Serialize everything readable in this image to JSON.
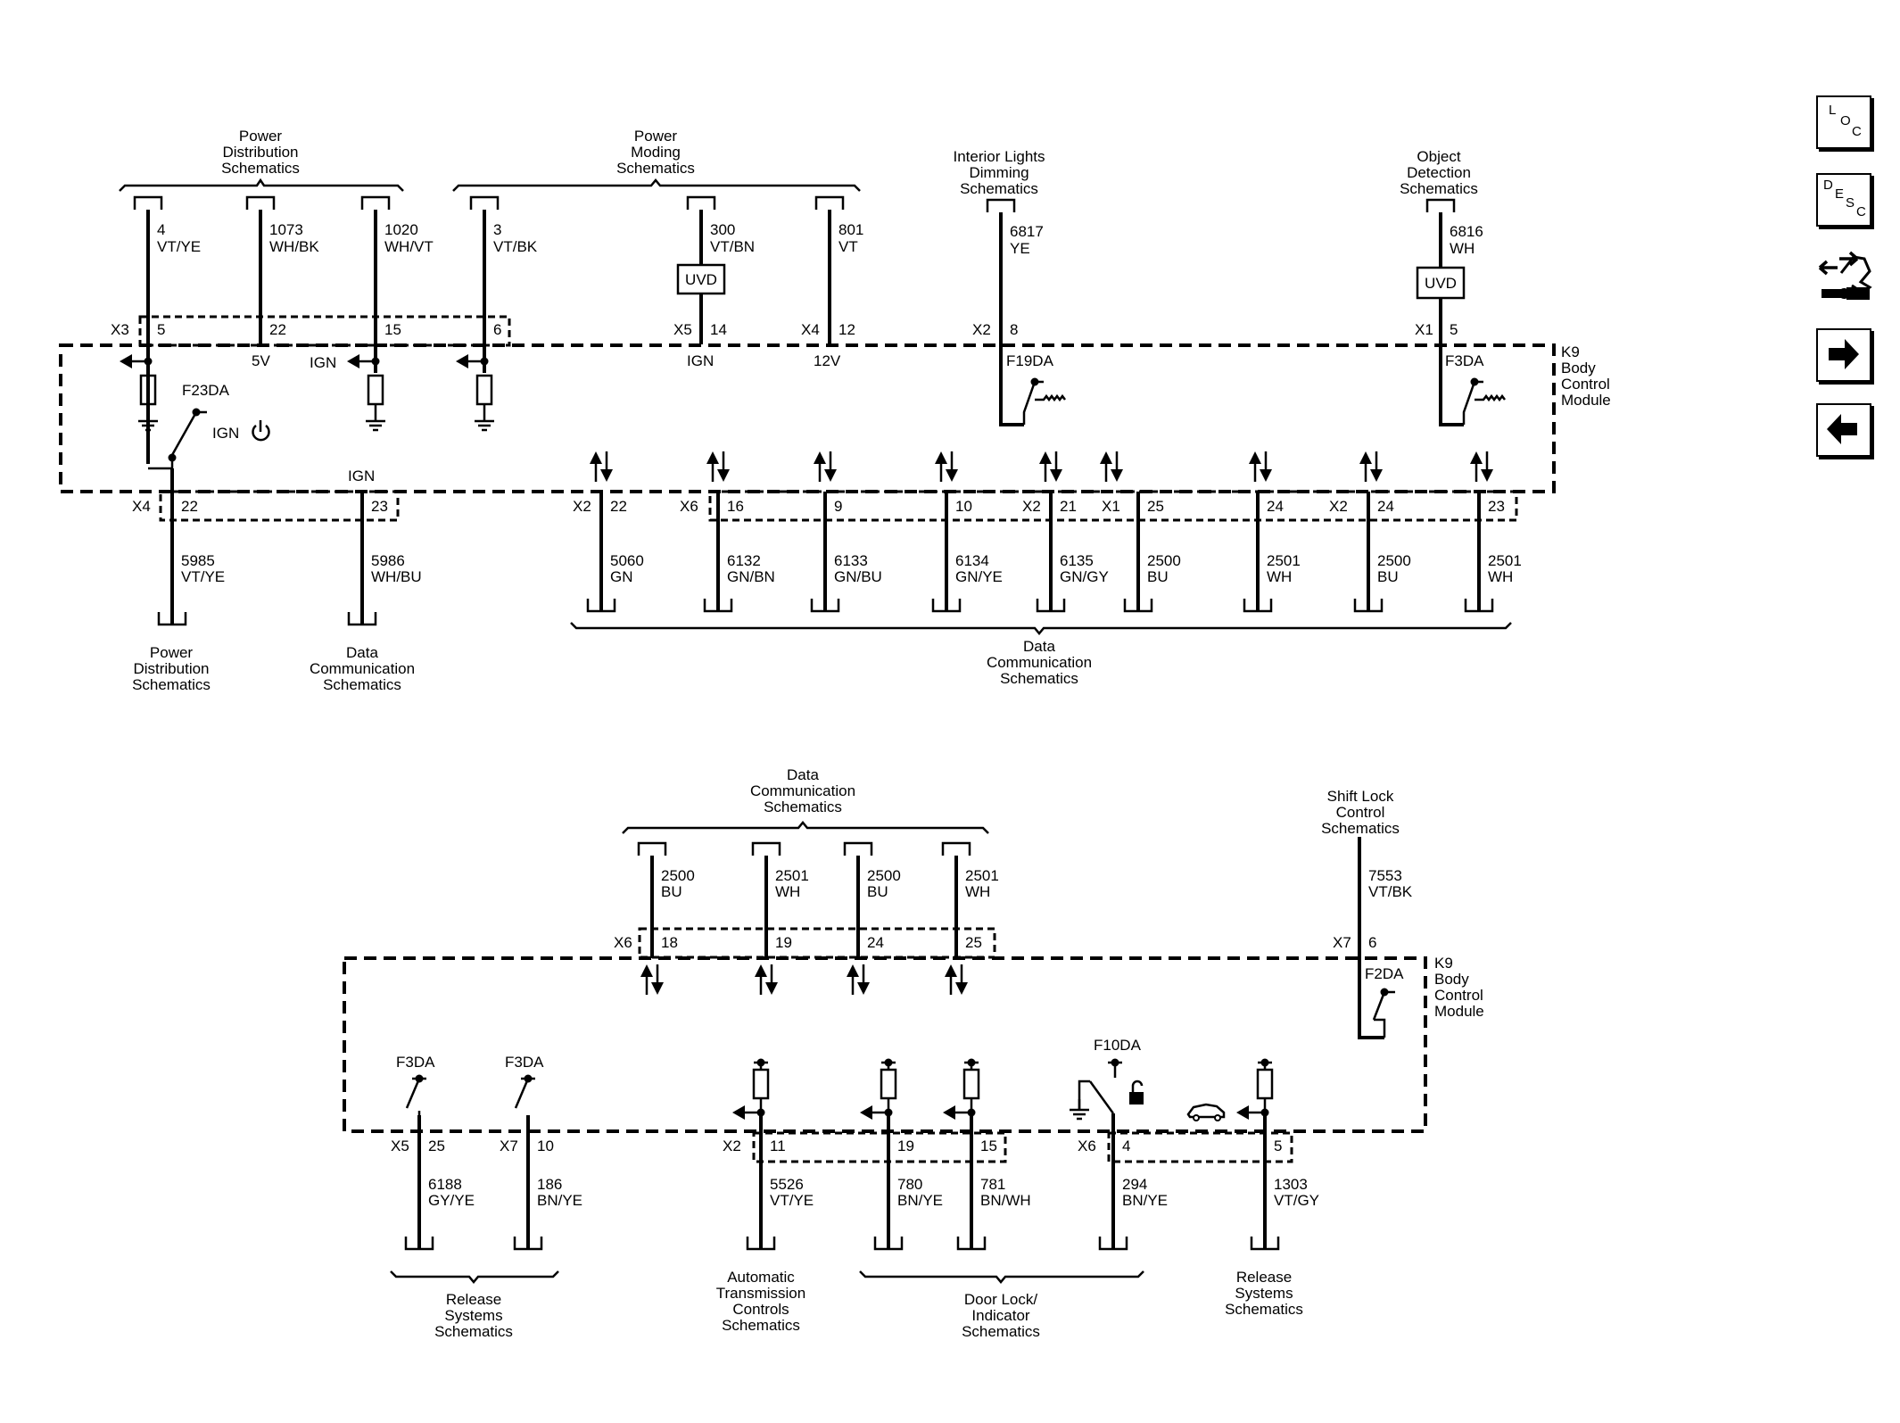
{
  "sidebar": {
    "loc": {
      "l1": "L",
      "l2": "O",
      "l3": "C"
    },
    "desc": {
      "l1": "D",
      "l2": "E",
      "l3": "S",
      "l4": "C"
    }
  },
  "module_name": [
    "K9",
    "Body",
    "Control",
    "Module"
  ],
  "top": {
    "labels": {
      "power_dist": [
        "Power",
        "Distribution",
        "Schematics"
      ],
      "power_moding": [
        "Power",
        "Moding",
        "Schematics"
      ],
      "interior_lights": [
        "Interior Lights",
        "Dimming",
        "Schematics"
      ],
      "object_detection": [
        "Object",
        "Detection",
        "Schematics"
      ],
      "power_dist_bottom": [
        "Power",
        "Distribution",
        "Schematics"
      ],
      "data_comm_bottom1": [
        "Data",
        "Communication",
        "Schematics"
      ],
      "data_comm_bottom2": [
        "Data",
        "Communication",
        "Schematics"
      ]
    },
    "wires_in": [
      {
        "circuit": "4",
        "color": "VT/YE",
        "conn": "X3",
        "pin": "5"
      },
      {
        "circuit": "1073",
        "color": "WH/BK",
        "pin": "22",
        "note": "5V"
      },
      {
        "circuit": "1020",
        "color": "WH/VT",
        "pin": "15",
        "note": "IGN"
      },
      {
        "circuit": "3",
        "color": "VT/BK",
        "pin": "6"
      },
      {
        "circuit": "300",
        "color": "VT/BN",
        "conn": "X5",
        "pin": "14",
        "note": "IGN",
        "uvd": "UVD"
      },
      {
        "circuit": "801",
        "color": "VT",
        "conn": "X4",
        "pin": "12",
        "note": "12V"
      },
      {
        "circuit": "6817",
        "color": "YE",
        "conn": "X2",
        "pin": "8",
        "switch": "F19DA"
      },
      {
        "circuit": "6816",
        "color": "WH",
        "conn": "X1",
        "pin": "5",
        "switch": "F3DA",
        "uvd": "UVD"
      }
    ],
    "f23": {
      "label": "F23DA",
      "ign": "IGN"
    },
    "ign_mid": "IGN",
    "wires_out": [
      {
        "circuit": "5985",
        "color": "VT/YE",
        "conn": "X4",
        "pin": "22"
      },
      {
        "circuit": "5986",
        "color": "WH/BU",
        "pin": "23"
      },
      {
        "circuit": "5060",
        "color": "GN",
        "conn": "X2",
        "pin": "22"
      },
      {
        "circuit": "6132",
        "color": "GN/BN",
        "conn": "X6",
        "pin": "16"
      },
      {
        "circuit": "6133",
        "color": "GN/BU",
        "pin": "9"
      },
      {
        "circuit": "6134",
        "color": "GN/YE",
        "pin": "10"
      },
      {
        "circuit": "6135",
        "color": "GN/GY",
        "conn": "X2",
        "pin": "21"
      },
      {
        "circuit": "2500",
        "color": "BU",
        "conn": "X1",
        "pin": "25"
      },
      {
        "circuit": "2501",
        "color": "WH",
        "pin": "24"
      },
      {
        "circuit": "2500",
        "color": "BU",
        "conn": "X2",
        "pin": "24"
      },
      {
        "circuit": "2501",
        "color": "WH",
        "pin": "23"
      }
    ]
  },
  "bottom": {
    "labels": {
      "data_comm_top": [
        "Data",
        "Communication",
        "Schematics"
      ],
      "shift_lock": [
        "Shift Lock",
        "Control",
        "Schematics"
      ],
      "release1": [
        "Release",
        "Systems",
        "Schematics"
      ],
      "auto_trans": [
        "Automatic",
        "Transmission",
        "Controls",
        "Schematics"
      ],
      "door_lock": [
        "Door Lock/",
        "Indicator",
        "Schematics"
      ],
      "release2": [
        "Release",
        "Systems",
        "Schematics"
      ]
    },
    "wires_in": [
      {
        "circuit": "2500",
        "color": "BU",
        "conn": "X6",
        "pin": "18"
      },
      {
        "circuit": "2501",
        "color": "WH",
        "pin": "19"
      },
      {
        "circuit": "2500",
        "color": "BU",
        "pin": "24"
      },
      {
        "circuit": "2501",
        "color": "WH",
        "pin": "25"
      },
      {
        "circuit": "7553",
        "color": "VT/BK",
        "conn": "X7",
        "pin": "6",
        "switch": "F2DA"
      }
    ],
    "f10": "F10DA",
    "wires_out": [
      {
        "circuit": "6188",
        "color": "GY/YE",
        "conn": "X5",
        "pin": "25",
        "switch": "F3DA"
      },
      {
        "circuit": "186",
        "color": "BN/YE",
        "conn": "X7",
        "pin": "10",
        "switch": "F3DA"
      },
      {
        "circuit": "5526",
        "color": "VT/YE",
        "conn": "X2",
        "pin": "11"
      },
      {
        "circuit": "780",
        "color": "BN/YE",
        "pin": "19"
      },
      {
        "circuit": "781",
        "color": "BN/WH",
        "pin": "15"
      },
      {
        "circuit": "294",
        "color": "BN/YE",
        "conn": "X6",
        "pin": "4"
      },
      {
        "circuit": "1303",
        "color": "VT/GY",
        "pin": "5"
      }
    ]
  }
}
